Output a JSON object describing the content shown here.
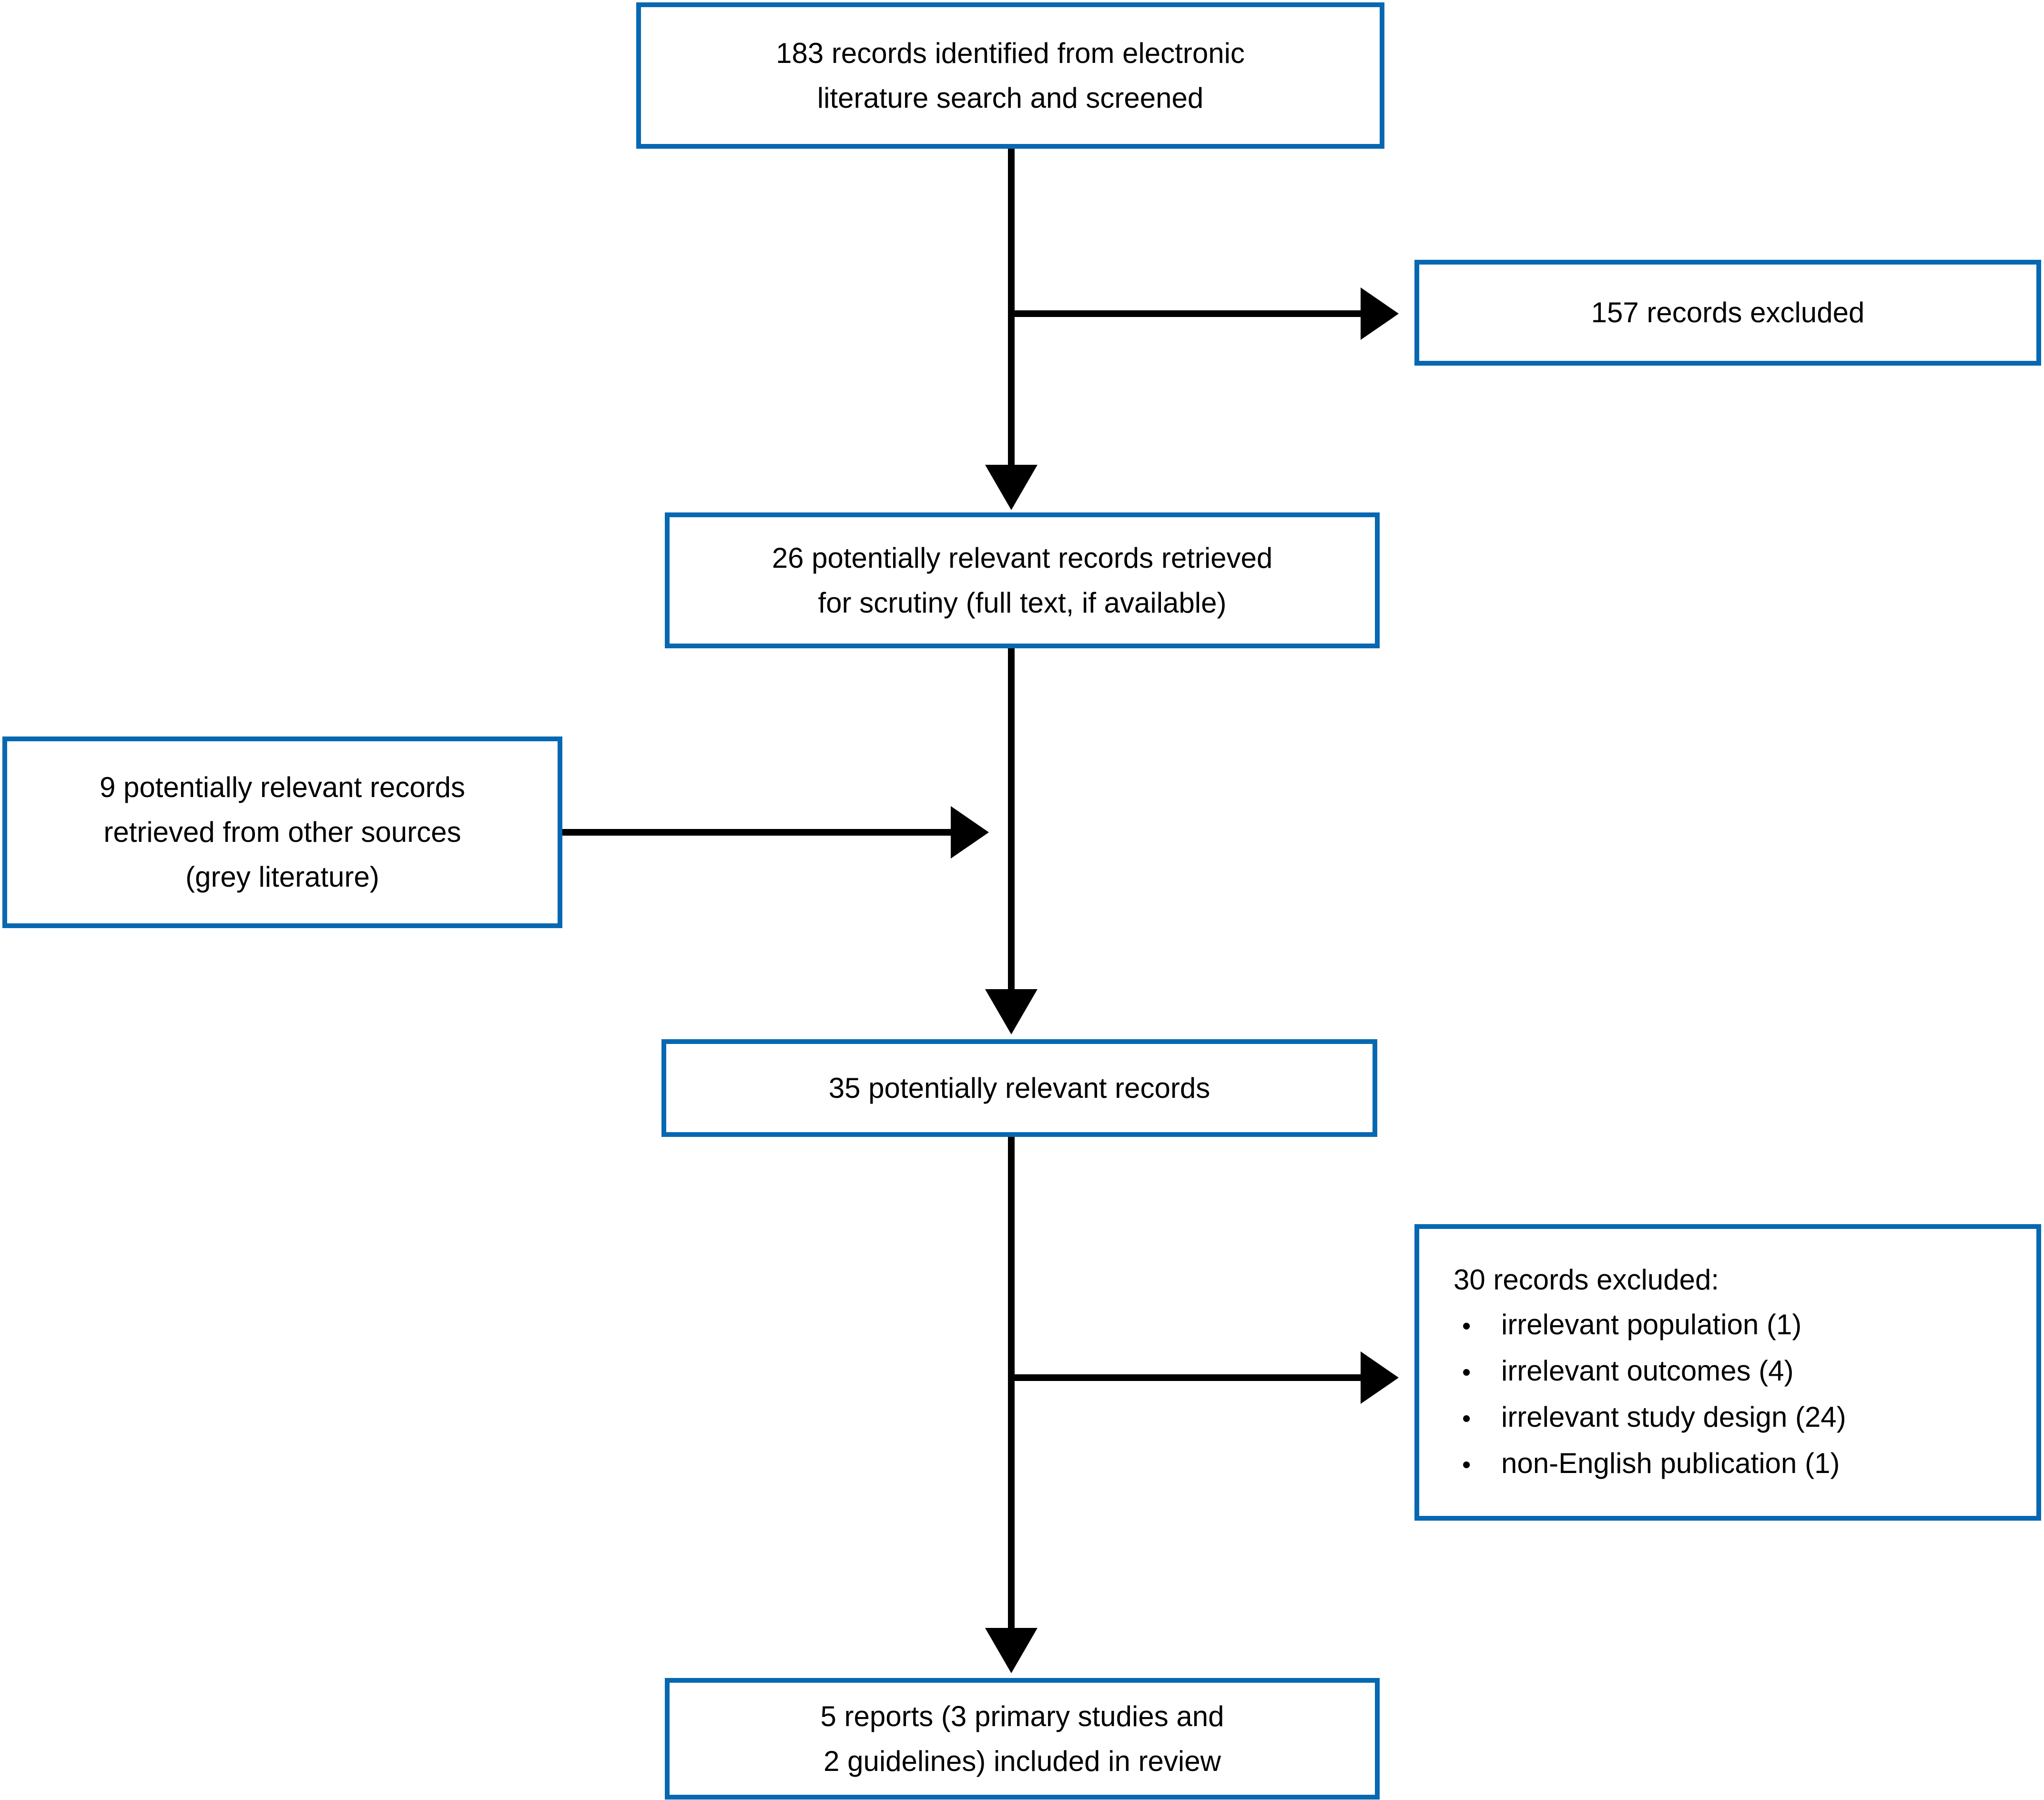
{
  "diagram": {
    "type": "prisma-flowchart",
    "colors": {
      "box_border": "#0768b2",
      "box_fill": "#ffffff",
      "arrow": "#000000",
      "text": "#000000",
      "background": "#ffffff"
    },
    "boxes": {
      "identified": {
        "lines": [
          "183 records identified from electronic",
          "literature search and screened"
        ]
      },
      "excluded_initial": {
        "lines": [
          "157 records excluded"
        ]
      },
      "retrieved": {
        "lines": [
          "26 potentially relevant records retrieved",
          "for scrutiny (full text, if available)"
        ]
      },
      "other_sources": {
        "lines": [
          "9 potentially relevant records",
          "retrieved from other sources",
          "(grey literature)"
        ]
      },
      "combined": {
        "lines": [
          "35 potentially relevant records"
        ]
      },
      "excluded_fulltext": {
        "title": "30 records excluded:",
        "bullet_char": "•",
        "bullets": [
          "irrelevant population (1)",
          "irrelevant outcomes (4)",
          "irrelevant study design (24)",
          "non-English publication (1)"
        ]
      },
      "included": {
        "lines": [
          "5 reports (3 primary studies and",
          "2 guidelines) included in review"
        ]
      }
    }
  }
}
